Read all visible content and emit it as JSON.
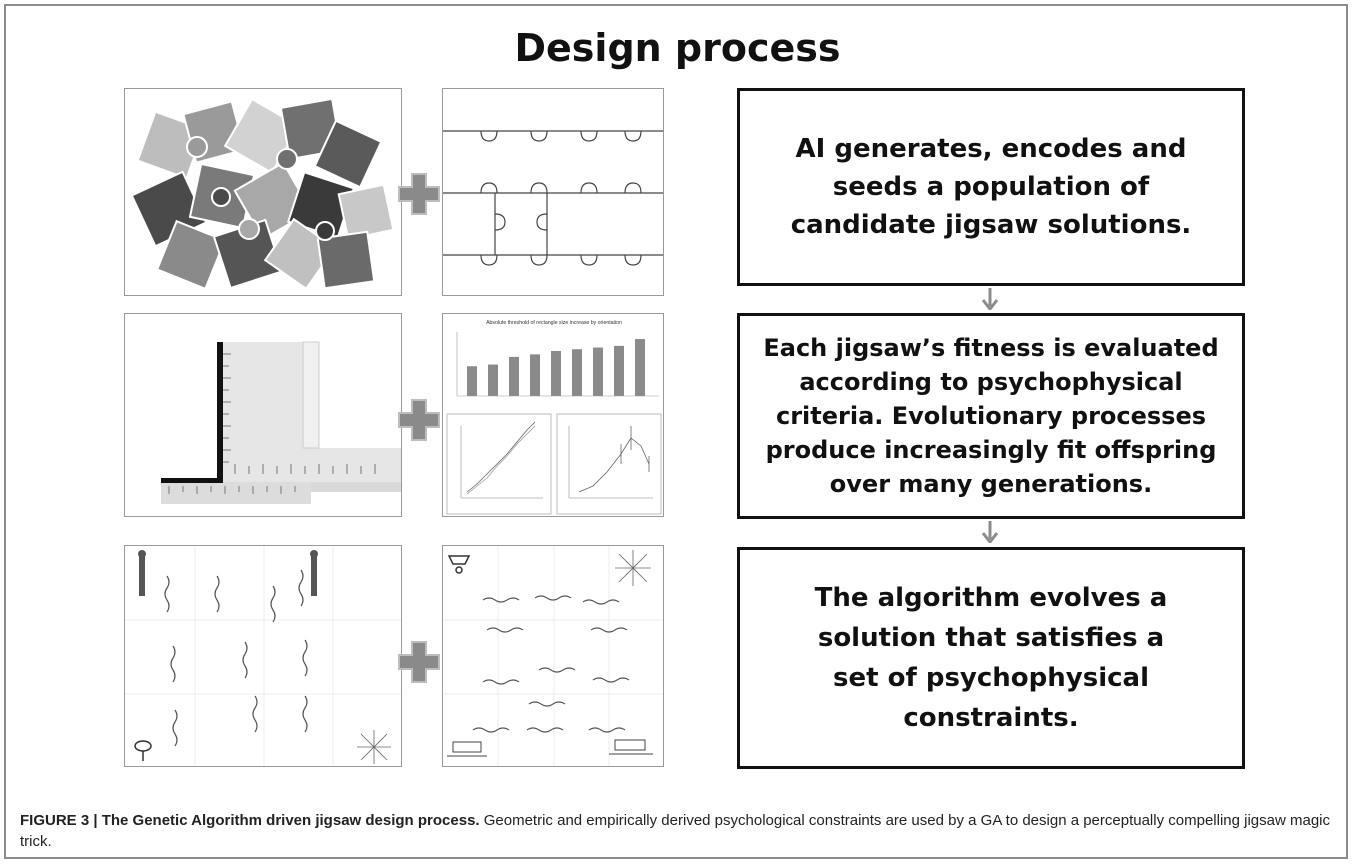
{
  "title": "Design process",
  "steps": [
    {
      "text": "AI generates, encodes and seeds a population of candidate jigsaw solutions."
    },
    {
      "text": "Each jigsaw’s fitness is evaluated according to psychophysical criteria. Evolutionary processes produce increasingly fit offspring over many generations."
    },
    {
      "text": "The algorithm evolves a solution that satisfies a set of psychophysical constraints."
    }
  ],
  "chart_panel": {
    "bar_title": "Absolute threshold of rectangle size increase by orientation",
    "bar_values": [
      35,
      37,
      46,
      49,
      53,
      55,
      57,
      59,
      67
    ]
  },
  "caption": {
    "label": "FIGURE 3 | The Genetic Algorithm driven jigsaw design process.",
    "text": " Geometric and empirically derived psychological constraints are used by a GA to design a perceptually compelling jigsaw magic trick."
  },
  "colors": {
    "plus": "#8a8a8a",
    "arrow": "#8c8c8c",
    "piece_dark": "#3d3d3d",
    "piece_mid": "#6f6f6f",
    "piece_light": "#b8b8b8"
  }
}
